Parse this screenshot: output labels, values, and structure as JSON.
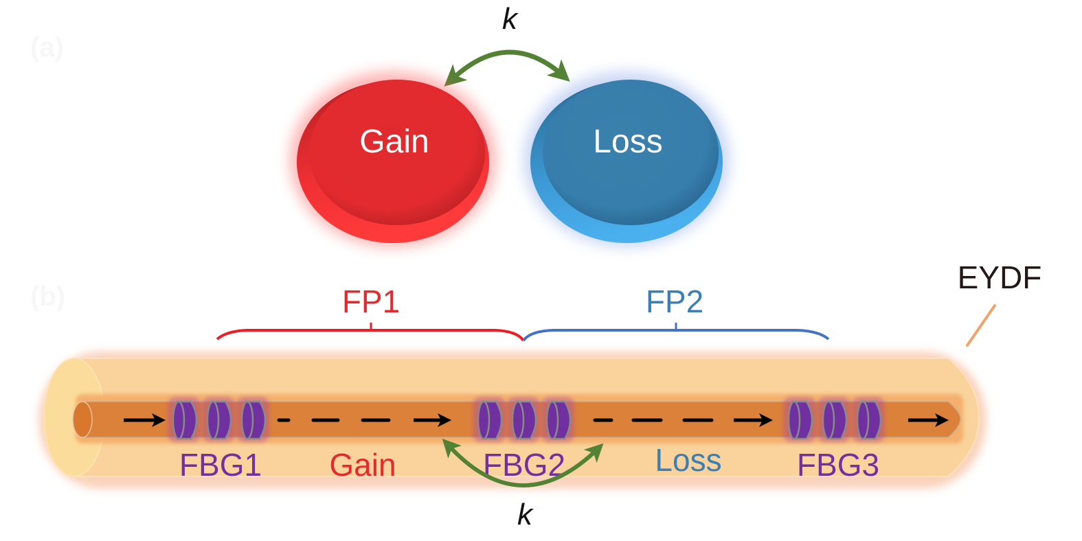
{
  "panels": {
    "a": {
      "label": "(a)"
    },
    "b": {
      "label": "(b)"
    }
  },
  "panel_a": {
    "coupling_label": "k",
    "gain_resonator": {
      "label": "Gain",
      "color": "#e32b2f"
    },
    "loss_resonator": {
      "label": "Loss",
      "color": "#377eac"
    },
    "coupling_arrow_color": "#548235"
  },
  "panel_b": {
    "fiber_label": "EYDF",
    "cavities": [
      {
        "label": "FP1",
        "color": "#e32b2f"
      },
      {
        "label": "FP2",
        "color": "#3a7fb5"
      }
    ],
    "gratings": [
      {
        "label": "FBG1"
      },
      {
        "label": "FBG2"
      },
      {
        "label": "FBG3"
      }
    ],
    "sections": {
      "gain": {
        "label": "Gain",
        "color": "#e32b2f"
      },
      "loss": {
        "label": "Loss",
        "color": "#3a7fb5"
      }
    },
    "coupling_label": "k",
    "colors": {
      "grating": "#7030a0",
      "cladding": "#f9d39b",
      "core": "#dc813a",
      "coupling_arrow": "#548235",
      "pointer_line": "#f0a36a"
    }
  }
}
